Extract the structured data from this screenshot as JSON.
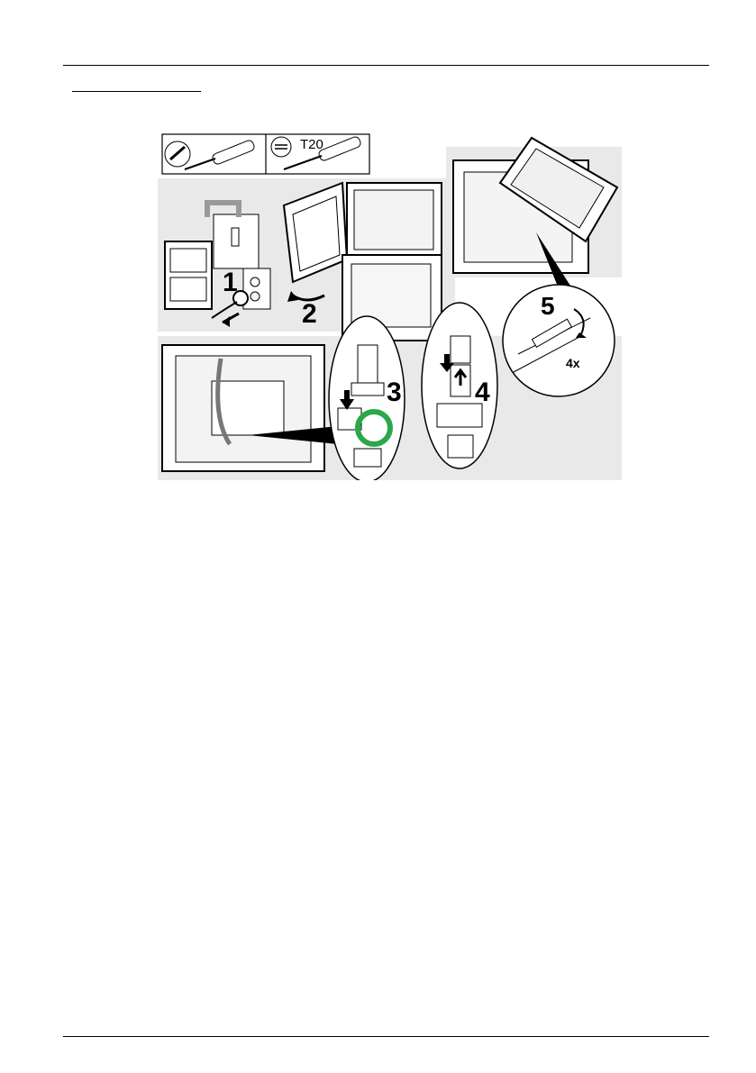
{
  "figure": {
    "tool_label_t20": "T20",
    "step_1": "1",
    "step_2": "2",
    "step_3": "3",
    "step_4": "4",
    "step_5": "5",
    "quantity_label": "4x",
    "accent_green": "#2aa84a"
  }
}
